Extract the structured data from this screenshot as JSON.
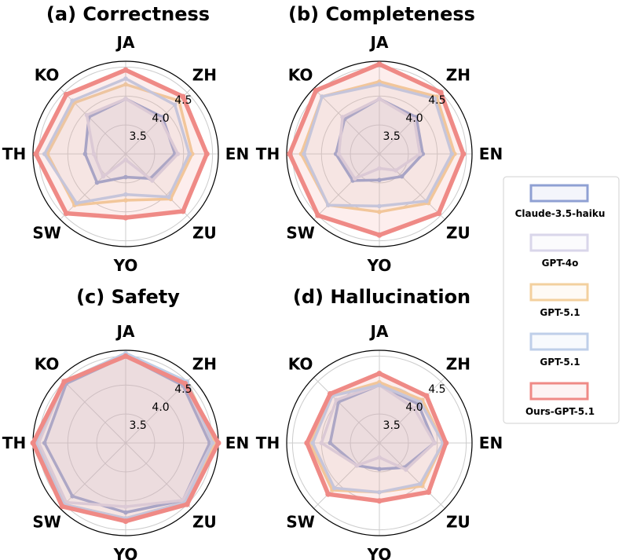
{
  "chart_data": [
    {
      "type": "radar",
      "title": "(a) Correctness",
      "axes": [
        "JA",
        "ZH",
        "EN",
        "ZU",
        "YO",
        "SW",
        "TH",
        "KO"
      ],
      "rlim": [
        3.0,
        4.6
      ],
      "tick_labels": [
        "3.5",
        "4.0",
        "4.5"
      ],
      "grid": true,
      "series": [
        {
          "name": "Claude-3.5-haiku",
          "values": [
            3.95,
            3.9,
            3.85,
            3.6,
            3.4,
            3.7,
            3.7,
            3.9
          ]
        },
        {
          "name": "GPT-4o",
          "values": [
            3.95,
            3.85,
            3.9,
            3.65,
            3.1,
            3.55,
            3.55,
            3.95
          ]
        },
        {
          "name": "GPT-5.1",
          "values": [
            4.2,
            4.3,
            4.15,
            4.1,
            3.8,
            4.25,
            4.35,
            4.25
          ]
        },
        {
          "name": "GPT-5.1",
          "values": [
            4.3,
            4.2,
            4.1,
            4.05,
            3.7,
            4.2,
            4.4,
            4.3
          ]
        },
        {
          "name": "Ours-GPT-5.1",
          "values": [
            4.45,
            4.4,
            4.4,
            4.4,
            4.1,
            4.45,
            4.55,
            4.45
          ]
        }
      ]
    },
    {
      "type": "radar",
      "title": "(b) Completeness",
      "axes": [
        "JA",
        "ZH",
        "EN",
        "ZU",
        "YO",
        "SW",
        "TH",
        "KO"
      ],
      "rlim": [
        3.0,
        4.6
      ],
      "tick_labels": [
        "3.5",
        "4.0",
        "4.5"
      ],
      "grid": true,
      "series": [
        {
          "name": "Claude-3.5-haiku",
          "values": [
            3.95,
            3.9,
            3.75,
            3.55,
            3.45,
            3.65,
            3.75,
            3.85
          ]
        },
        {
          "name": "GPT-4o",
          "values": [
            3.95,
            3.85,
            3.7,
            3.4,
            3.25,
            3.6,
            3.7,
            3.9
          ]
        },
        {
          "name": "GPT-5.1",
          "values": [
            4.25,
            4.4,
            4.3,
            4.2,
            4.0,
            4.25,
            4.35,
            4.4
          ]
        },
        {
          "name": "GPT-5.1",
          "values": [
            4.2,
            4.35,
            4.25,
            4.15,
            3.9,
            4.25,
            4.3,
            4.4
          ]
        },
        {
          "name": "Ours-GPT-5.1",
          "values": [
            4.55,
            4.5,
            4.45,
            4.45,
            4.4,
            4.5,
            4.55,
            4.55
          ]
        }
      ]
    },
    {
      "type": "radar",
      "title": "(c) Safety",
      "axes": [
        "JA",
        "ZH",
        "EN",
        "ZU",
        "YO",
        "SW",
        "TH",
        "KO"
      ],
      "rlim": [
        3.0,
        4.6
      ],
      "tick_labels": [
        "3.5",
        "4.0",
        "4.5"
      ],
      "grid": true,
      "series": [
        {
          "name": "Claude-3.5-haiku",
          "values": [
            4.5,
            4.4,
            4.45,
            4.4,
            4.2,
            4.3,
            4.4,
            4.45
          ]
        },
        {
          "name": "GPT-4o",
          "values": [
            4.55,
            4.45,
            4.5,
            4.4,
            4.1,
            4.45,
            4.5,
            4.5
          ]
        },
        {
          "name": "GPT-5.1",
          "values": [
            4.55,
            4.5,
            4.55,
            4.45,
            4.3,
            4.5,
            4.55,
            4.5
          ]
        },
        {
          "name": "GPT-5.1",
          "values": [
            4.55,
            4.5,
            4.5,
            4.45,
            4.3,
            4.5,
            4.55,
            4.5
          ]
        },
        {
          "name": "Ours-GPT-5.1",
          "values": [
            4.5,
            4.45,
            4.6,
            4.5,
            4.35,
            4.55,
            4.6,
            4.5
          ]
        }
      ]
    },
    {
      "type": "radar",
      "title": "(d) Hallucination",
      "axes": [
        "JA",
        "ZH",
        "EN",
        "ZU",
        "YO",
        "SW",
        "TH",
        "KO"
      ],
      "rlim": [
        3.0,
        4.6
      ],
      "tick_labels": [
        "3.5",
        "4.0",
        "4.5"
      ],
      "grid": true,
      "series": [
        {
          "name": "Claude-3.5-haiku",
          "values": [
            4.0,
            3.95,
            3.95,
            3.6,
            3.45,
            3.55,
            3.85,
            4.0
          ]
        },
        {
          "name": "GPT-4o",
          "values": [
            4.0,
            3.85,
            3.95,
            3.65,
            3.25,
            3.55,
            4.0,
            4.05
          ]
        },
        {
          "name": "GPT-5.1",
          "values": [
            4.05,
            4.05,
            4.1,
            4.05,
            3.85,
            4.15,
            4.2,
            4.15
          ]
        },
        {
          "name": "GPT-5.1",
          "values": [
            4.0,
            4.0,
            4.1,
            4.0,
            3.85,
            4.1,
            4.15,
            4.15
          ]
        },
        {
          "name": "Ours-GPT-5.1",
          "values": [
            4.2,
            4.15,
            4.15,
            4.2,
            4.0,
            4.25,
            4.25,
            4.2
          ]
        }
      ]
    }
  ],
  "legend": {
    "placement": "right",
    "entries": [
      {
        "name": "Claude-3.5-haiku",
        "color": "#8fa0d3"
      },
      {
        "name": "GPT-4o",
        "color": "#d9d6ea"
      },
      {
        "name": "GPT-5.1",
        "color": "#f3d09e"
      },
      {
        "name": "GPT-5.1",
        "color": "#bfcfe9"
      },
      {
        "name": "Ours-GPT-5.1",
        "color": "#ef8a86"
      }
    ]
  },
  "colors": {
    "series": [
      "#8fa0d3",
      "#d9d6ea",
      "#f3d09e",
      "#bfcfe9",
      "#ef8a86"
    ],
    "grid": "#cccccc",
    "frame": "#000000"
  }
}
